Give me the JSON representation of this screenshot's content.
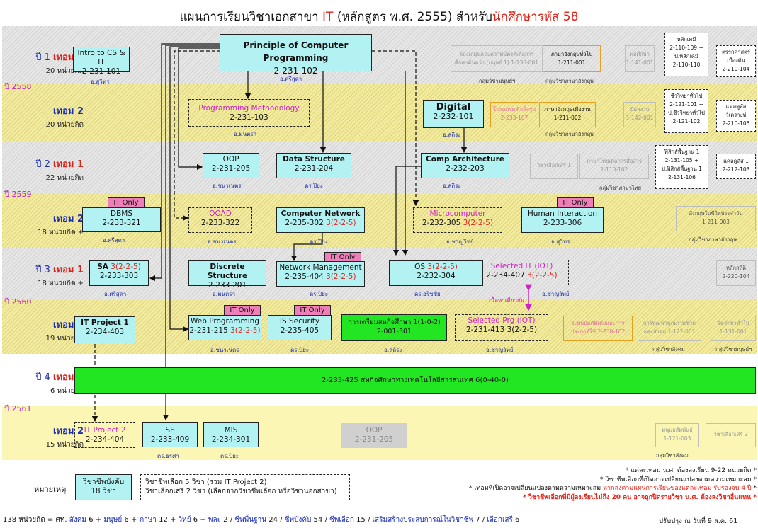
{
  "title": {
    "pre": "แผนการเรียนวิชาเอกสาขา ",
    "it": "IT",
    "mid": " (หลักสูตร พ.ศ. 2555)  สำหรับ",
    "red2": "นักศึกษารหัส 58"
  },
  "years": {
    "y1": "ปี 2558",
    "y2": "ปี 2559",
    "y3": "ปี 2560",
    "y4": "ปี 2561"
  },
  "terms": {
    "t11": {
      "year": "ปี 1",
      "sem": "เทอม 1",
      "credits": "20 หน่วยกิต"
    },
    "t12": {
      "sem": "เทอม 2",
      "credits": "20 หน่วยกิต"
    },
    "t21": {
      "year": "ปี 2",
      "sem": "เทอม 1",
      "credits": "22 หน่วยกิต"
    },
    "t22": {
      "sem": "เทอม 2",
      "credits": "18 หน่วยกิต +"
    },
    "t31": {
      "year": "ปี 3",
      "sem": "เทอม 1",
      "credits": "18 หน่วยกิต +"
    },
    "t32": {
      "sem": "เทอม 2",
      "credits": "19 หน่วยกิต"
    },
    "t41": {
      "year": "ปี 4",
      "sem": "เทอม 1",
      "credits": "6 หน่วยกิต"
    },
    "t42": {
      "sem": "เทอม 2",
      "credits": "15 หน่วยกิต"
    }
  },
  "courses": {
    "intro": {
      "name": "Intro to CS & IT",
      "code": "2-231-101",
      "prof": "อ.สุวิทร"
    },
    "pcp": {
      "name": "Principle of Computer Programming",
      "code": "2-231-102",
      "prof": "อ.ศรีสุดา"
    },
    "pm": {
      "name": "Programming Methodology",
      "code": "2-231-103",
      "prof": "อ.มนตรา"
    },
    "digital": {
      "name": "Digital",
      "code": "2-232-101",
      "prof": "อ.สถิระ"
    },
    "oop": {
      "name": "OOP",
      "code": "2-231-205",
      "prof": "อ.ชนาเนตร"
    },
    "ds": {
      "name": "Data Structure",
      "code": "2-231-204",
      "prof": "ดร.ปิยะ"
    },
    "ca": {
      "name": "Comp Architecture",
      "code": "2-232-203",
      "prof": "อ.สถิระ"
    },
    "dbms": {
      "name": "DBMS",
      "code": "2-233-321",
      "prof": "อ.ศรีสุดา"
    },
    "ooad": {
      "name": "OOAD",
      "code": "2-233-322",
      "prof": "อ.ชนาเนตร"
    },
    "cn": {
      "name": "Computer Network",
      "code": "2-235-302",
      "cr": "3(2-2-5)",
      "prof": "ดร.ปิยะ"
    },
    "micro": {
      "name": "Microcomputer",
      "code": "2-232-305",
      "cr": "3(2-2-5)",
      "prof": "อ.ชาญวิทย์"
    },
    "hi": {
      "name": "Human Interaction",
      "code": "2-233-306",
      "prof": "อ.สุวิทร"
    },
    "sa": {
      "name": "SA",
      "cr": "3(2-2-5)",
      "code": "2-233-303",
      "prof": "อ.ศรีสุดา"
    },
    "disc": {
      "name": "Discrete Structure",
      "code": "2-233-201",
      "prof": "อ.มนตรา"
    },
    "nm": {
      "name": "Network Management",
      "code": "2-235-404",
      "cr": "3(2-2-5)",
      "prof": "ดร.ปิยะ"
    },
    "os": {
      "name": "OS",
      "cr": "3(2-2-5)",
      "code": "2-232-304",
      "prof": "ดร.อริชชัย"
    },
    "selit": {
      "name": "Selected IT (IOT)",
      "code": "2-234-407",
      "cr": "3(2-2-5)",
      "prof": "อ.ชาญวิทย์"
    },
    "itp1": {
      "name": "IT Project 1",
      "code": "2-234-403"
    },
    "web": {
      "name": "Web Programming",
      "code": "2-231-215",
      "cr": "3(2-2-5)",
      "prof": "อ.ชนาเนตร"
    },
    "iss": {
      "name": "IS Security",
      "code": "2-235-405",
      "prof": "ดร.ปิยะ"
    },
    "prep": {
      "name": "การเตรียมสหกิจศึกษา 1(1-0-2)",
      "code": "2-001-301",
      "prof": "อ.สถิระ"
    },
    "selprg": {
      "name": "Selected Prg (IOT)",
      "code": "2-231-413",
      "cr": "3(2-2-5)",
      "prof": "อ.ชาญวิทย์"
    },
    "coop": {
      "name": "2-233-425  สหกิจศึกษาทางเทคโนโลยีสารสนเทศ   6(0-40-0)"
    },
    "itp2": {
      "name": "IT Project 2",
      "code": "2-234-404"
    },
    "se": {
      "name": "SE",
      "code": "2-233-409",
      "prof": "ดร.ธรศา"
    },
    "mis": {
      "name": "MIS",
      "code": "2-234-301",
      "prof": "ดร.ปิยะ"
    },
    "oopg": {
      "name": "OOP",
      "code": "2-231-205"
    }
  },
  "itonly": "IT Only",
  "contentnote": "เนื้อหาเดียวกัน",
  "gen": {
    "g1": {
      "a": "ต้องเลมุนและความมิตรต์เพื่อการ",
      "b": "ศึกษาค้นคว้า (มนุษย์ 1)  1-130-001"
    },
    "g2": {
      "a": "ภาษาอังกฤษทั่วไป",
      "b": "1-211-001"
    },
    "g3": {
      "a": "พลศึกษา",
      "b": "1-141-001"
    },
    "g4": {
      "a": "หลักเคมี",
      "b": "2-110-109 +",
      "c": "ป.หลักเคมี",
      "d": "2-110-110"
    },
    "g5": {
      "a": "ตรรกศาสตร์",
      "b": "เบื้องต้น",
      "c": "2-210-104"
    },
    "grp1": "กลุ่มวิชามนุษย์ฯ",
    "grp2": "กลุ่มวิชาภาษาอังกฤษ",
    "g6": {
      "a": "โปรแกรมสำเร็จรูป",
      "b": "2-233-107"
    },
    "g7": {
      "a": "ภาษาอังกฤษเพื่องาน",
      "b": "1-211-002"
    },
    "g8": {
      "a": "มีผลงาน",
      "b": "1-142-001"
    },
    "g9": {
      "a": "ชีววิทยาทั่วไป",
      "b": "2-121-101 +",
      "c": "ป.ชีววิทยาทั่วไป",
      "d": "2-121-102"
    },
    "g10": {
      "a": "แคลคูลัส",
      "b": "วิเคราะห์",
      "c": "2-210-105"
    },
    "grp3": "กลุ่มวิชาภาษาอังกฤษ",
    "g11": {
      "a": "วิชาเลือกเสรี 1"
    },
    "g12": {
      "a": "ภาษาไทยเพื่อการสื่อสาร",
      "b": "1-110-102"
    },
    "g13": {
      "a": "ฟิสิกส์พื้นฐาน 1",
      "b": "2-131-105 +",
      "c": "ป.ฟิสิกส์พื้นฐาน 1",
      "d": "2-131-106"
    },
    "g14": {
      "a": "แคลคูลัส 1",
      "b": "2-212-103"
    },
    "grp4": "กลุ่มวิชาภาษาไทย",
    "g15": {
      "a": "อังกฤษในชีวิตประจำวัน",
      "b": "1-211-003"
    },
    "grp5": "กลุ่มวิชาภาษาอังกฤษ",
    "g16": {
      "a": "หลักสถิติ",
      "b": "2-220-104"
    },
    "g17": {
      "a": "ระบบบัดดีมีเดียและการ",
      "b": "ประยุกต์ใช้   2-230-102"
    },
    "g18": {
      "a": "การพัฒนาคุณภาพชีวิต",
      "b": "และสังคม   1-122-001"
    },
    "g19": {
      "a": "จิตวิทยาทั่วไป",
      "b": "1-131-001"
    },
    "grp6": "กลุ่มวิชาสังคม",
    "grp7": "กลุ่มวิชามนุษย์ฯ",
    "g20": {
      "a": "มนุษยสัมพันธ์",
      "b": "1-121-003"
    },
    "g21": {
      "a": "วิชาเลือกเสรี 2"
    },
    "grp8": "กลุ่มวิชาสังคม"
  },
  "legend": {
    "label": "หมายเหตุ",
    "req": {
      "a": "วิชาชีพบังคับ",
      "b": "18 วิชา"
    },
    "elec": {
      "a": "วิชาชีพเลือก  5 วิชา (รวม IT Project 2)",
      "b": "วิชาเลือกเสรี 2 วิชา (เลือกจากวิชาชีพเลือก หรือวิชานอกสาขา)"
    }
  },
  "notes": {
    "n1": "* แต่ละเทอม น.ศ. ต้องลงเรียน 9-22 หน่วยกิต *",
    "n2": "* วิชาชีพเลือกที่เปิดอาจเปลี่ยนแปลงตามความเหมาะสม *",
    "n3a": "* เทอมที่เปิดอาจเปลี่ยนแปลงตามความเหมาะสม ",
    "n3b": "หากลงตามแผนการเรียนของแต่ละเทอม รับรองจบ 4 ปี",
    "n3c": " *",
    "n4": "* วิชาชีพเลือกที่มีผู้ลงเรียนไม่ถึง 20 คน อาจถูกปิดรายวิชา น.ศ. ต้องลงวิชาอื่นแทน *"
  },
  "footer": {
    "p0": "138 หน่วยกิต = ศท. ",
    "p1": "สังคม",
    "p1v": " 6 + ",
    "p2": "มนุษย์",
    "p2v": " 6 + ",
    "p3": "ภาษา",
    "p3v": " 12 + ",
    "p4": "วิทย์",
    "p4v": " 6 + ",
    "p5": "พละ",
    "p5v": " 2 / ",
    "p6": "ชีพพื้นฐาน",
    "p6v": " 24 / ",
    "p7": "ชีพบังคับ",
    "p7v": " 54 / ",
    "p8": "ชีพเลือก",
    "p8v": " 15 / ",
    "p9": "เสริมสร้างประสบการณ์ในวิชาชีพ",
    "p9v": " 7 / ",
    "p10": "เลือกเสรี",
    "p10v": " 6",
    "updated": "ปรับปรุง ณ วันที่ 9 ส.ค. 61"
  },
  "colors": {
    "cyan": "#b3f2f2",
    "green": "#22e622",
    "pink": "#ef7fb8",
    "magenta": "#d020c8",
    "red": "#e0241a",
    "blue": "#1c2fb5"
  }
}
